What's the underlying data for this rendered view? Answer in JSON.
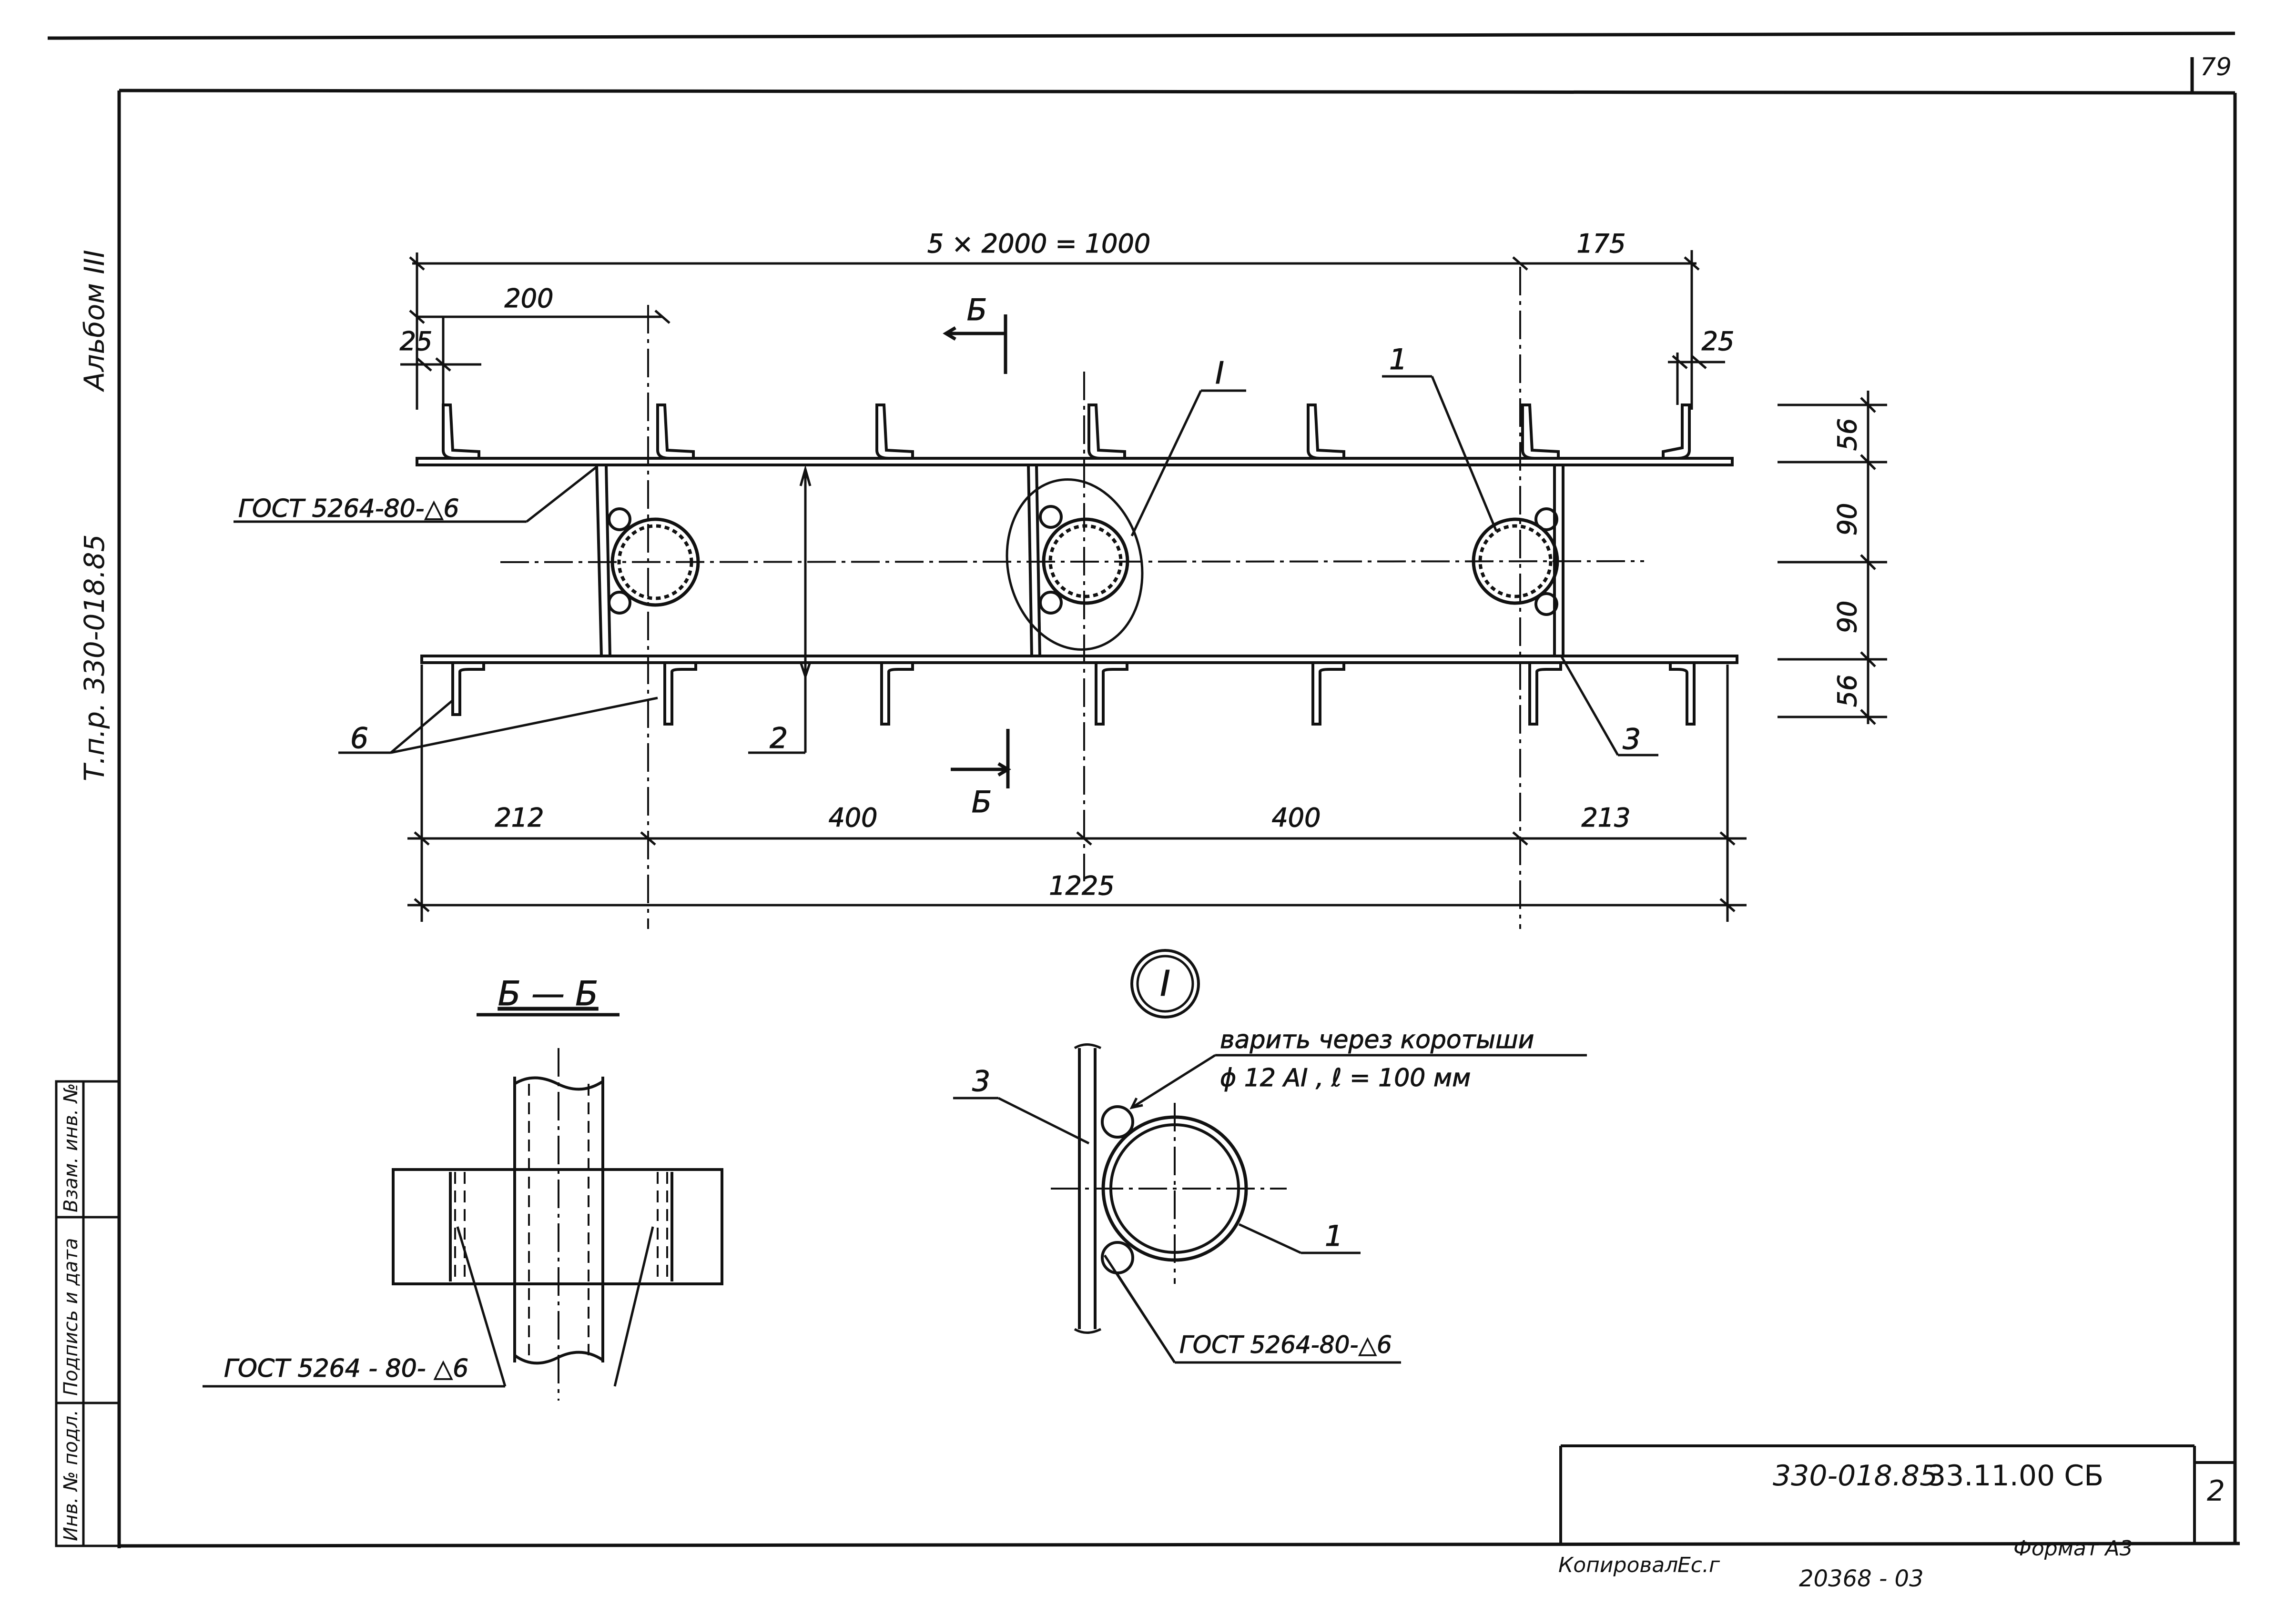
{
  "sheet": {
    "page_number": "79",
    "side_album": "Альбом III",
    "side_project": "Т.п.р. 330-018.85",
    "sheet_corner": "2"
  },
  "plan": {
    "dim_total_top": "5 × 2000 = 1000",
    "dim_175": "175",
    "dim_200": "200",
    "dim_25_left": "25",
    "dim_25_right": "25",
    "dim_56_top": "56",
    "dim_90_top": "90",
    "dim_90_bottom": "90",
    "dim_56_bottom": "56",
    "dim_212": "212",
    "dim_400_left": "400",
    "dim_400_right": "400",
    "dim_213": "213",
    "dim_1225": "1225",
    "section_mark_top": "Б",
    "section_mark_bottom": "Б",
    "callout_1": "1",
    "callout_2": "2",
    "callout_3": "3",
    "callout_6": "6",
    "detail_mark": "I",
    "weld_note": "ГОСТ 5264-80-△6"
  },
  "section_bb": {
    "title": "Б — Б",
    "weld_note": "ГОСТ 5264 - 80- △6"
  },
  "detail_i": {
    "marker": "I",
    "note_line1": "варить через коротыши",
    "note_line2": "ϕ 12 АI ,  ℓ = 100 мм",
    "callout_3": "3",
    "callout_1": "1",
    "weld_note": "ГОСТ 5264-80-△6"
  },
  "left_strip": {
    "cell_top": "Инв. № подл.",
    "cell_mid": "Подпись и дата",
    "cell_bot": "Взам. инв. №"
  },
  "title_block": {
    "doc_number": "330-018.85",
    "code": "33.11.00 СБ"
  },
  "footer": {
    "copied_by": "Копировал",
    "copier_sign": "Ес.г",
    "archive_no": "20368 - 03",
    "format": "Формат А3"
  }
}
